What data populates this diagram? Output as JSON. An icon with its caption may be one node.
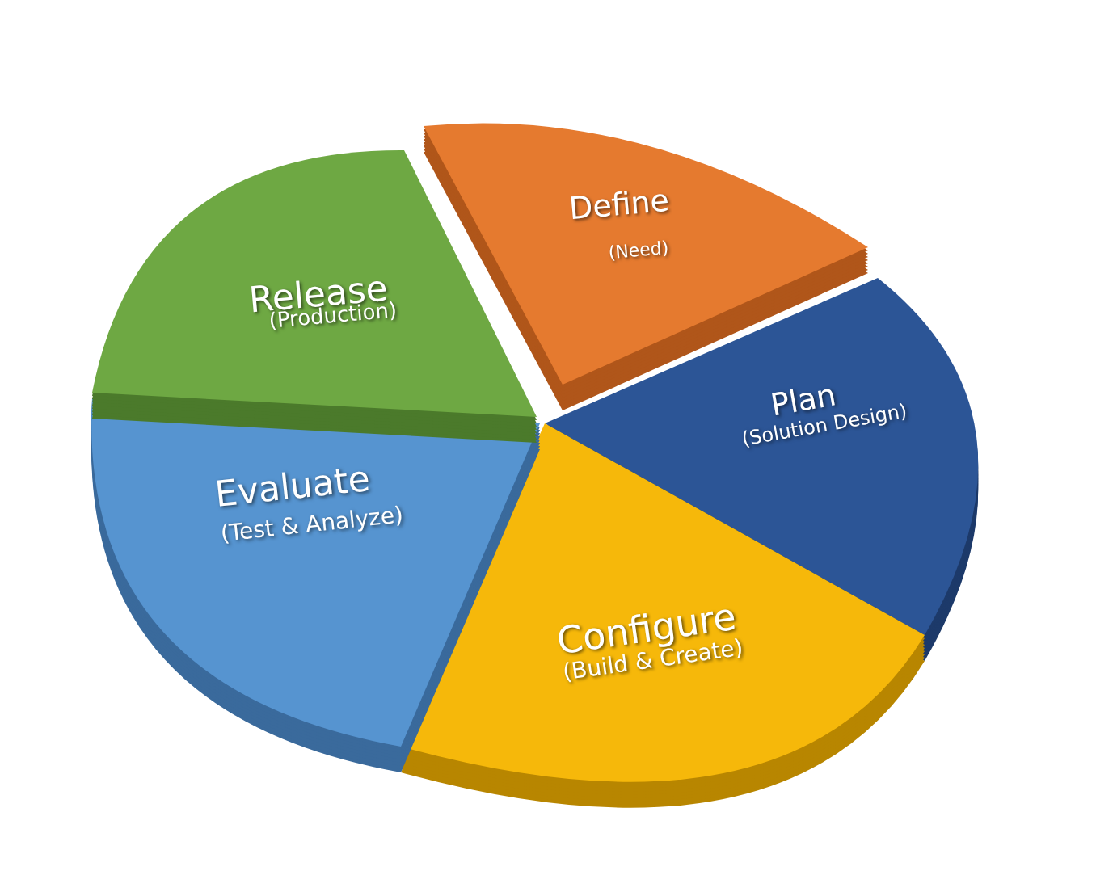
{
  "diagram": {
    "nodes": [
      {
        "text": [
          "Define",
          "(Need)"
        ]
      },
      {
        "text": [
          "Plan",
          "(Solution Design)"
        ]
      },
      {
        "text": [
          "Configure",
          "(Build & Create)"
        ]
      },
      {
        "text": [
          "Evaluate",
          "(Test & Analyze)"
        ]
      },
      {
        "text": [
          "Release",
          "(Production)"
        ]
      }
    ]
  }
}
